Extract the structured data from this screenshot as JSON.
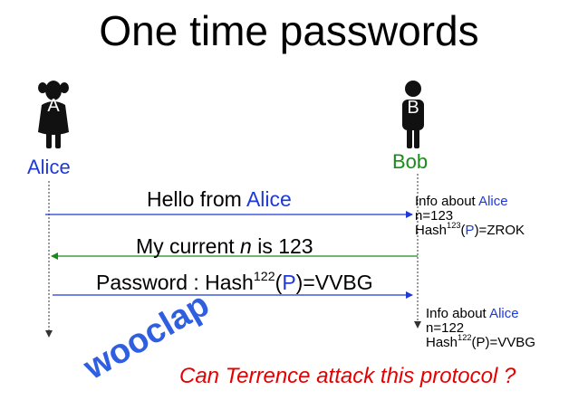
{
  "title": "One time passwords",
  "actors": {
    "alice": {
      "badge": "A",
      "name": "Alice"
    },
    "bob": {
      "badge": "B",
      "name": "Bob"
    }
  },
  "messages": {
    "m1": {
      "prefix": "Hello from ",
      "name": "Alice"
    },
    "m2": {
      "prefix": "My current ",
      "var": "n",
      "suffix": " is 123"
    },
    "m3": {
      "prefix": "Password : Hash",
      "exp": "122",
      "open": "(",
      "p": "P",
      "close": ")=VVBG"
    }
  },
  "bob_info_1": {
    "label": "Info about ",
    "name": "Alice",
    "n_line": "n=123",
    "hash_prefix": "Hash",
    "hash_exp": "123",
    "hash_open": "(",
    "hash_p": "P",
    "hash_close": ")=ZROK"
  },
  "bob_info_2": {
    "label": "Info about ",
    "name": "Alice",
    "n_line": "n=122",
    "hash_prefix": "Hash",
    "hash_exp": "122",
    "hash_rest": "(P)=VVBG"
  },
  "watermark": "wooclap",
  "question": "Can Terrence attack this protocol ?",
  "colors": {
    "blue": "#1f39d6",
    "green": "#1a8a1a",
    "red": "#e60000",
    "wooclap": "#2f5fe0"
  }
}
